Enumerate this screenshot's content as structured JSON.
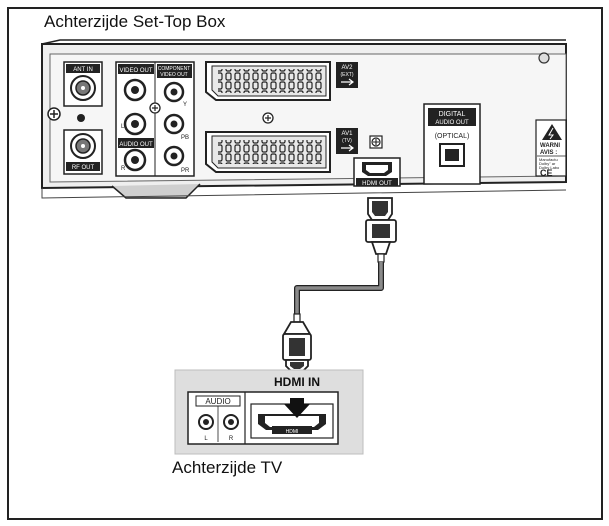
{
  "labels": {
    "stb_title": "Achterzijde Set-Top Box",
    "tv_title": "Achterzijde TV"
  },
  "stb": {
    "ant_in": "ANT IN",
    "rf_out": "RF OUT",
    "video_out": "VIDEO OUT",
    "component_line1": "COMPONENT",
    "component_line2": "VIDEO OUT",
    "y": "Y",
    "pb": "PB",
    "pr": "PR",
    "l": "L",
    "r": "R",
    "audio_out": "AUDIO OUT",
    "av2_line1": "AV2",
    "av2_line2": "(EXT)",
    "av1_line1": "AV1",
    "av1_line2": "(TV)",
    "hdmi_out": "HDMI OUT",
    "digital_line1": "DIGITAL",
    "digital_line2": "AUDIO OUT",
    "optical": "(OPTICAL)",
    "warn_line1": "WARNI",
    "warn_line2": "AVIS :",
    "manuf_line1": "Manufactu",
    "manuf_line2": "Dolby\" ar",
    "manuf_line3": "Dolby Labo",
    "ce": "CE"
  },
  "tv": {
    "hdmi_in": "HDMI IN",
    "audio": "AUDIO",
    "l": "L",
    "r": "R",
    "hdmi": "HDMI"
  },
  "colors": {
    "panel": "#ececec",
    "cable": "#888888",
    "tv_panel": "#dedede"
  }
}
